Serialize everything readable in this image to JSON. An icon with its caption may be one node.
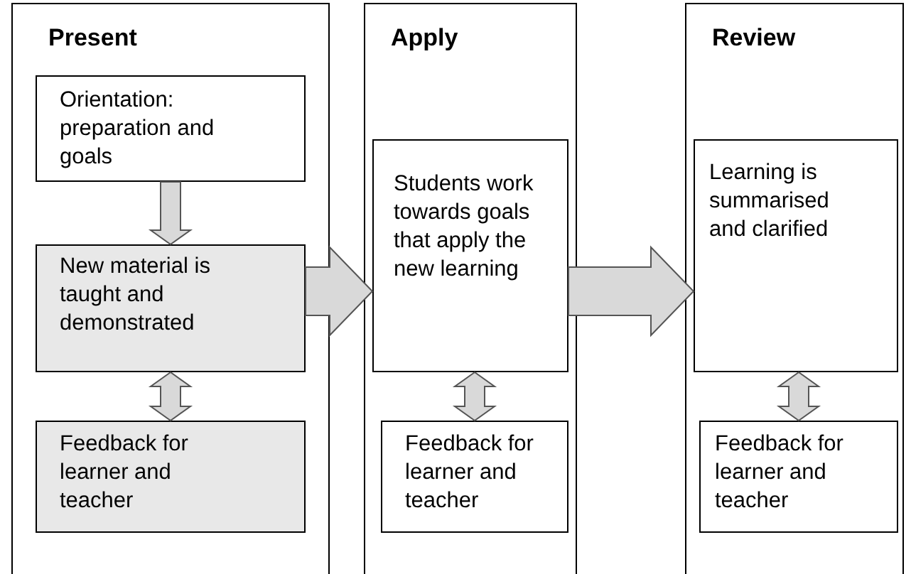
{
  "diagram": {
    "nodes": [
      {
        "text": [
          "Present"
        ]
      },
      {
        "text": [
          "Orientation: preparation and goals"
        ],
        "in": 0
      },
      {
        "text": [
          "New material is taught and demonstrated"
        ],
        "in": 0
      },
      {
        "text": [
          "Feedback for learner and teacher"
        ],
        "in": 0
      },
      {
        "text": [
          "Apply"
        ]
      },
      {
        "text": [
          "Students work towards goals that apply the new learning"
        ],
        "in": 4
      },
      {
        "text": [
          "Feedback for learner and teacher"
        ],
        "in": 4
      },
      {
        "text": [
          "Review"
        ]
      },
      {
        "text": [
          "Learning is summarised and clarified"
        ],
        "in": 7
      },
      {
        "text": [
          "Feedback for learner and teacher"
        ],
        "in": 7
      }
    ],
    "edges": [
      {
        "from": 1,
        "to": 2,
        "arrow": "to"
      },
      {
        "from": 2,
        "to": 3,
        "arrow": "both"
      },
      {
        "from": 2,
        "to": 5,
        "arrow": "to"
      },
      {
        "from": 5,
        "to": 6,
        "arrow": "both"
      },
      {
        "from": 5,
        "to": 8,
        "arrow": "to"
      },
      {
        "from": 8,
        "to": 9,
        "arrow": "both"
      }
    ]
  }
}
